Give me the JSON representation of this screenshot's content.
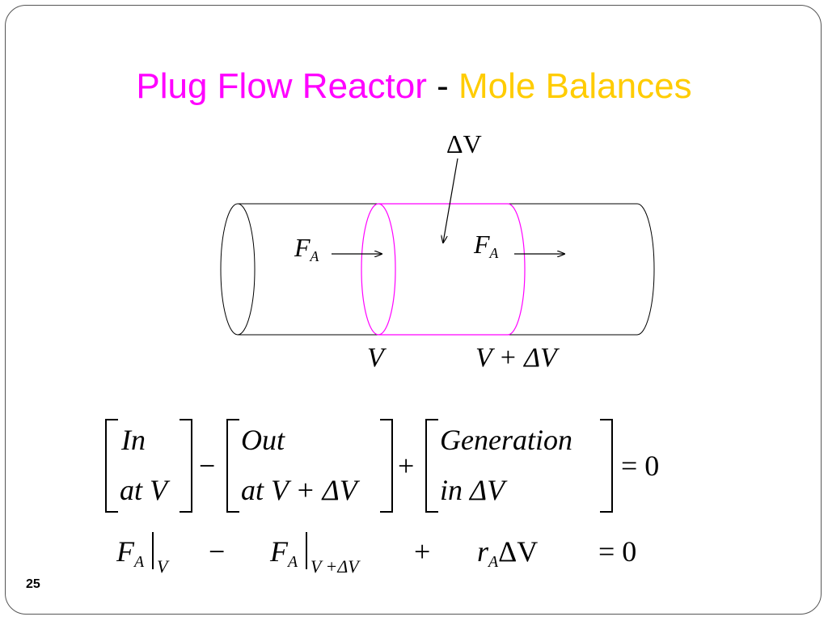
{
  "slide": {
    "title_part1": "Plug Flow Reactor",
    "title_dash": " - ",
    "title_part2": "Mole Balances",
    "slide_number": "25"
  },
  "diagram": {
    "delta_v_label": "ΔV",
    "flow_in_label": "F",
    "flow_in_sub": "A",
    "flow_out_label": "F",
    "flow_out_sub": "A",
    "position_v": "V",
    "position_v_plus": "V + ΔV"
  },
  "balance_word": {
    "in_top": "In",
    "in_bottom": "at V",
    "minus": "−",
    "out_top": "Out",
    "out_bottom": "at V + ΔV",
    "plus": "+",
    "gen_top": "Generation",
    "gen_bottom": "in ΔV",
    "equals_zero": "= 0"
  },
  "balance_symbol": {
    "fa1": "F",
    "fa1_sub": "A",
    "fa1_eval": "V",
    "minus": "−",
    "fa2": "F",
    "fa2_sub": "A",
    "fa2_eval": "V +ΔV",
    "plus": "+",
    "ra": "r",
    "ra_sub": "A",
    "ra_dv": "ΔV",
    "equals_zero": "= 0"
  },
  "colors": {
    "title_part1": "#ff00ff",
    "title_part2": "#ffcc00",
    "control_volume": "#ff00ff"
  }
}
